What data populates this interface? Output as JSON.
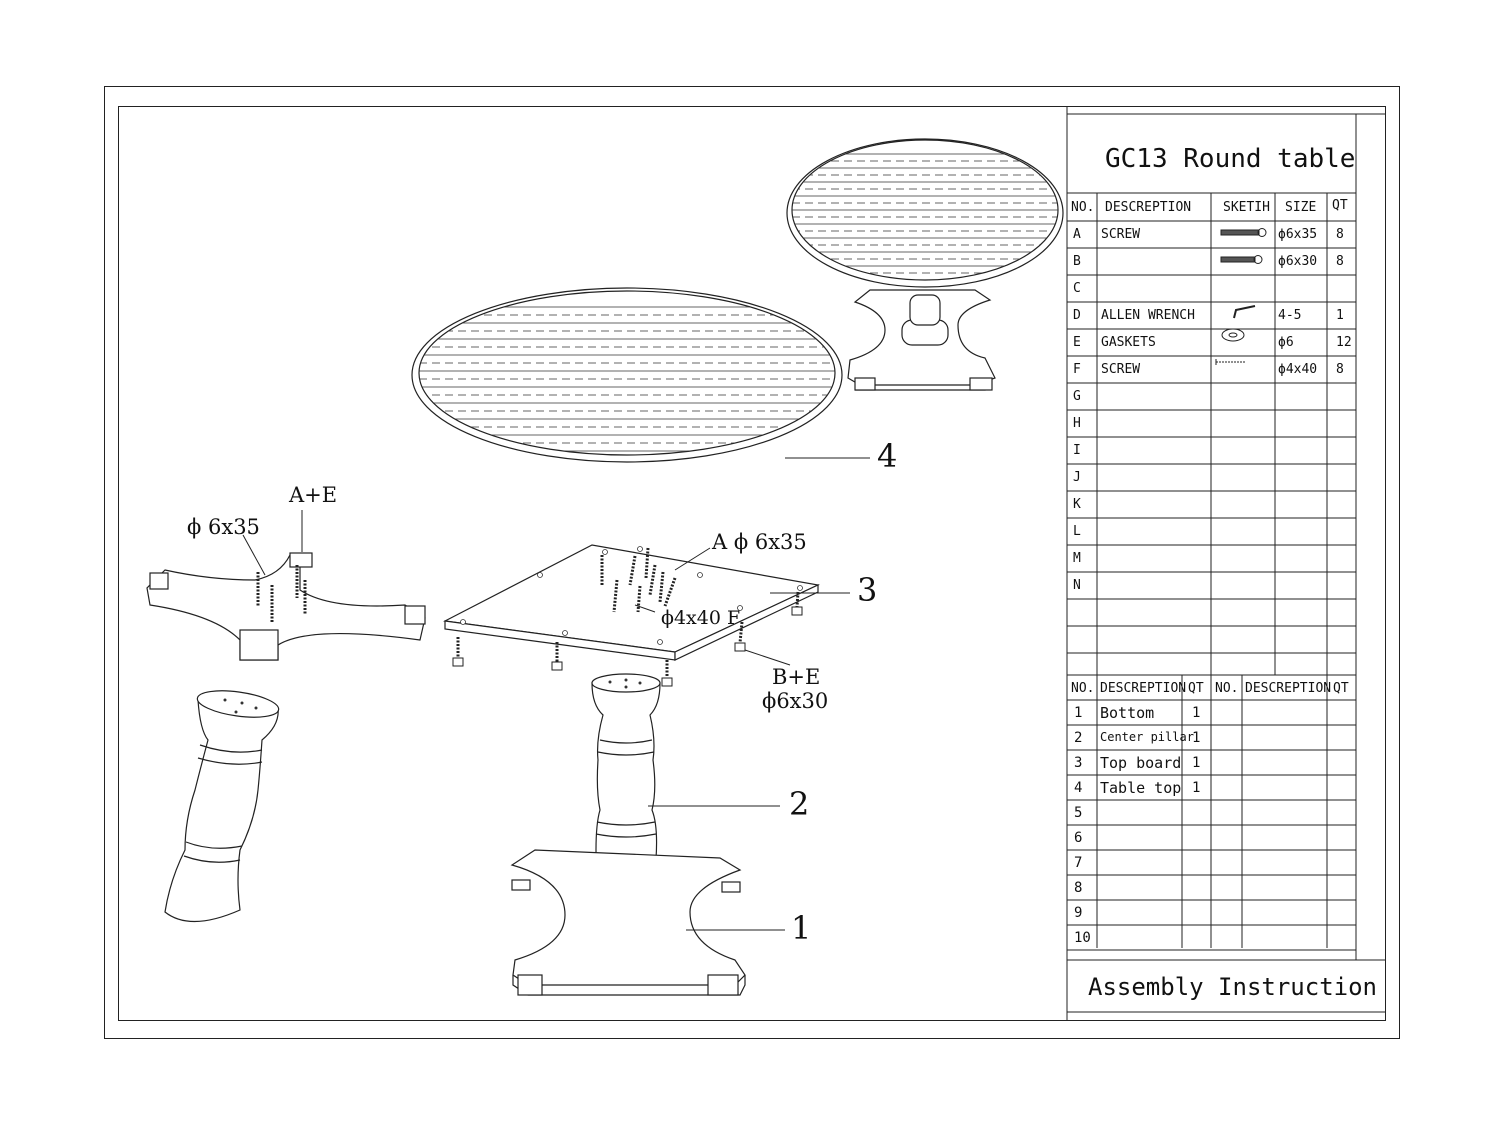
{
  "title_block": {
    "title": "GC13 Round table",
    "footer": "Assembly Instruction"
  },
  "parts_table": {
    "headers": [
      "NO.",
      "DESCREPTION",
      "SKETIH",
      "SIZE",
      "QT"
    ],
    "rows": [
      {
        "no": "A",
        "desc": "SCREW",
        "size": "ϕ6x35",
        "qt": "8",
        "sketch": "screw-long-icon"
      },
      {
        "no": "B",
        "desc": "",
        "size": "ϕ6x30",
        "qt": "8",
        "sketch": "screw-short-icon"
      },
      {
        "no": "C",
        "desc": "",
        "size": "",
        "qt": "",
        "sketch": ""
      },
      {
        "no": "D",
        "desc": "ALLEN WRENCH",
        "size": "4-5",
        "qt": "1",
        "sketch": "allen-wrench-icon"
      },
      {
        "no": "E",
        "desc": "GASKETS",
        "size": "ϕ6",
        "qt": "12",
        "sketch": "washer-icon"
      },
      {
        "no": "F",
        "desc": "SCREW",
        "size": "ϕ4x40",
        "qt": "8",
        "sketch": "wood-screw-icon"
      },
      {
        "no": "G",
        "desc": "",
        "size": "",
        "qt": "",
        "sketch": ""
      },
      {
        "no": "H",
        "desc": "",
        "size": "",
        "qt": "",
        "sketch": ""
      },
      {
        "no": "I",
        "desc": "",
        "size": "",
        "qt": "",
        "sketch": ""
      },
      {
        "no": "J",
        "desc": "",
        "size": "",
        "qt": "",
        "sketch": ""
      },
      {
        "no": "K",
        "desc": "",
        "size": "",
        "qt": "",
        "sketch": ""
      },
      {
        "no": "L",
        "desc": "",
        "size": "",
        "qt": "",
        "sketch": ""
      },
      {
        "no": "M",
        "desc": "",
        "size": "",
        "qt": "",
        "sketch": ""
      },
      {
        "no": "N",
        "desc": "",
        "size": "",
        "qt": "",
        "sketch": ""
      }
    ]
  },
  "component_table": {
    "headers": [
      "NO.",
      "DESCREPTION",
      "QT",
      "NO.",
      "DESCREPTION",
      "QT"
    ],
    "rows": [
      {
        "no": "1",
        "desc": "Bottom",
        "qt": "1"
      },
      {
        "no": "2",
        "desc": "Center pillar",
        "qt": "1"
      },
      {
        "no": "3",
        "desc": "Top board",
        "qt": "1"
      },
      {
        "no": "4",
        "desc": "Table top",
        "qt": "1"
      },
      {
        "no": "5",
        "desc": "",
        "qt": ""
      },
      {
        "no": "6",
        "desc": "",
        "qt": ""
      },
      {
        "no": "7",
        "desc": "",
        "qt": ""
      },
      {
        "no": "8",
        "desc": "",
        "qt": ""
      },
      {
        "no": "9",
        "desc": "",
        "qt": ""
      },
      {
        "no": "10",
        "desc": "",
        "qt": ""
      }
    ]
  },
  "callouts": {
    "part1": "1",
    "part2": "2",
    "part3": "3",
    "part4": "4",
    "a_e": "A+E",
    "phi_6x35_left": "ϕ 6x35",
    "a_phi_6x35": "A ϕ 6x35",
    "phi_4x40_f": "ϕ4x40 F",
    "b_e": "B+E",
    "phi_6x30": "ϕ6x30"
  }
}
